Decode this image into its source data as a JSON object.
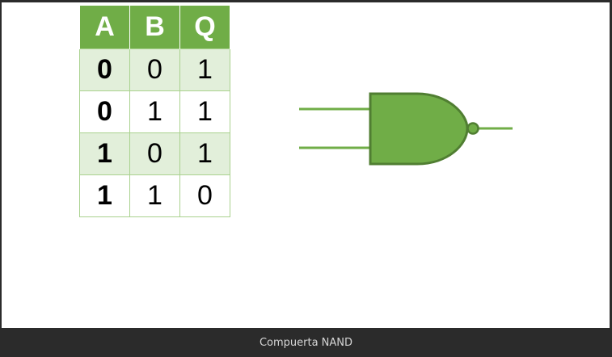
{
  "truth_table": {
    "headers": [
      "A",
      "B",
      "Q"
    ],
    "rows": [
      [
        "0",
        "0",
        "1"
      ],
      [
        "0",
        "1",
        "1"
      ],
      [
        "1",
        "0",
        "1"
      ],
      [
        "1",
        "1",
        "0"
      ]
    ]
  },
  "gate": {
    "icon": "nand-gate-icon",
    "fill_color": "#70ad47",
    "stroke_color": "#507e32"
  },
  "caption": "Compuerta NAND",
  "colors": {
    "header_bg": "#70ad47",
    "row_band": "#e2efda",
    "caption_bg": "#2b2b2b"
  }
}
